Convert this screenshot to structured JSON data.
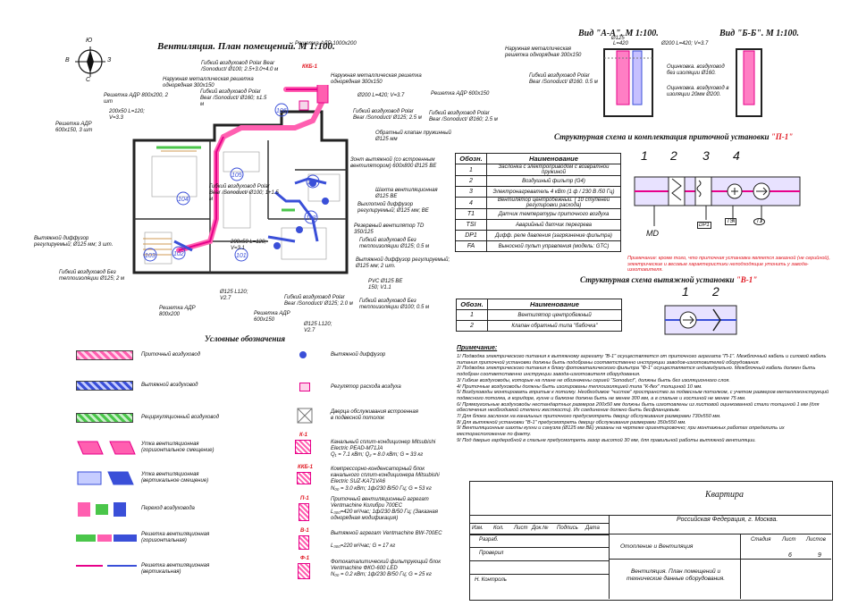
{
  "plan": {
    "title": "Вентиляция. План помещений. М 1:100.",
    "compass": {
      "n": "Ю",
      "s": "С",
      "w": "В",
      "e": "З"
    },
    "labels": [
      "Решетка АДР 1000x200",
      "Гибкий воздуховод Polar Bear /Sonoduct/ Ø100; 2.5+3.0+4.0 м",
      "ККБ-1",
      "Наружная металлическая решетка однорядная 300x150",
      "Наружная металлическая решетка однорядная 300x150",
      "Решетка АДР 800x200, 2 шт",
      "Гибкий воздуховод Polar Bear /Sonoduct/ Ø160; ±1.5 м",
      "Ø200 L=420; V=3.7",
      "Гибкий воздуховод Polar Bear /Sonoduct/ Ø125; 2.5 м",
      "Решетка АДР 600x150",
      "Гибкий воздуховод Polar Bear /Sonoduct/ Ø160; 2.5 м",
      "Решетка АДР 600x150, 3 шт",
      "200x50 L=120; V=3.3",
      "Обратный клапан пружинный Ø125 мм",
      "Зонт вытяжной (со встроенным вентилятором) 600x800 Ø125 ВЕ",
      "Гибкий воздуховод Polar Bear /Sonoduct/ Ø100; 1+1.5 м",
      "Шахта вентиляционная Ø125 ВЕ",
      "Выхлопной диффузор регулируемый; Ø125 мм; ВЕ",
      "Резервный вентилятор TD 350/125",
      "Гибкий воздуховод Без теплоизоляции Ø125; 0.5 м",
      "Вытяжной диффузор регулируемый; Ø125 мм; 2 шт.",
      "Вытяжной диффузор регулируемый; Ø125 мм; 3 шт.",
      "Гибкий воздуховод Без теплоизоляции Ø125; 2 м",
      "200x50 L=120; V=3.1",
      "PVC Ø125 ВЕ 150; V1.1",
      "Гибкий воздуховод Без теплоизоляции Ø100; 0.5 м",
      "Решетка АДР 800x200",
      "Решетка АДР 600x150",
      "Гибкий воздуховод Polar Bear /Sonoduct/ Ø125; 2.0 м",
      "Ø125 L120; V2.7",
      "Ø125 L120; V2.7"
    ],
    "rooms": [
      "101",
      "102",
      "103",
      "104",
      "105",
      "106",
      "107",
      "108"
    ]
  },
  "legend": {
    "title": "Условные обозначения",
    "left": [
      {
        "label": "Приточный воздуховод",
        "color": "#ff5fb0"
      },
      {
        "label": "Вытяжной воздуховод",
        "color": "#3a4fd8"
      },
      {
        "label": "Рециркуляционный воздуховод",
        "color": "#4ac64a"
      },
      {
        "label": "Утка вентиляционная (горизонтальное смещение)",
        "color": "#e7008a"
      },
      {
        "label": "Утка вентиляционная (вертикальное смещение)",
        "color": "#3a4fd8"
      },
      {
        "label": "Переход воздуховода",
        "color": "#3a4fd8"
      },
      {
        "label": "Решетка вентиляционная (горизонтальная)",
        "color": "#4ac64a"
      },
      {
        "label": "Решетка вентиляционная (вертикальная)",
        "color": "#e7008a"
      }
    ],
    "right": [
      {
        "code": "",
        "label": "Вытяжной диффузор"
      },
      {
        "code": "",
        "label": "Регулятор расхода воздуха"
      },
      {
        "code": "",
        "label": "Дверца обслуживания встроенная в подвесной потолок"
      },
      {
        "code": "К-1",
        "label": "Канальный сплит-кондиционер Mitsubishi Electric PEAD-M71JA",
        "sub": "Q₁ = 7.1 кВт; Q₂ = 8.0 кВт; G = 33 кг"
      },
      {
        "code": "ККБ-1",
        "label": "Компрессорно-конденсаторный блок канального сплит-кондиционера Mitsubishi Electric SUZ-KA71VA6",
        "sub": "N₀₀ = 3.0 кВт; 1ф/230 В/50 Гц; G = 53 кг"
      },
      {
        "code": "П-1",
        "label": "Приточный вентиляционный агрегат Ventmachine Колибри 700EC",
        "sub": "L₃₀₀=420 м³/час; 1ф/230 В/50 Гц; (Заказная однорядная модификация)"
      },
      {
        "code": "В-1",
        "label": "Вытяжной агрегат Ventmachine BW-700EC",
        "sub": "L₃₀₀=220 м³/час; G = 17 кг"
      },
      {
        "code": "Ф-1",
        "label": "Фотокаталитический фильтрующий блок Ventmachine ФКО-600 LED",
        "sub": "N₀₀ = 0.2 кВт; 1ф/230 В/50 Гц; G = 25 кг"
      }
    ]
  },
  "sections": {
    "aa_title": "Вид \"А-А\". М 1:100.",
    "bb_title": "Вид \"Б-Б\". М 1:100.",
    "aa_labels": [
      "Наружная металлическая решетка однорядная 300x150",
      "Гибкий воздуховод Polar Bear /Sonoduct/ Ø160. 0.5 м",
      "Ø200 L=420; V=3.7",
      "Ø125",
      "L=420",
      "Оцинковка. воздуховод без изоляции Ø160.",
      "Оцинковка. воздуховод в изоляции 20мм Ø200."
    ]
  },
  "supply": {
    "title_prefix": "Структурная схема и комплектация приточной установки ",
    "title_code": "\"П-1\"",
    "head": [
      "Обозн.",
      "Наименование"
    ],
    "rows": [
      [
        "1",
        "Заслонка с электроприводом с возвратной пружиной"
      ],
      [
        "2",
        "Воздушный фильтр (G4)"
      ],
      [
        "3",
        "Электронагреватель 4 кВт (1 ф / 230 В /50 Гц)"
      ],
      [
        "4",
        "Вентилятор центробежный. ( 10 ступеней регулировки расхода)"
      ],
      [
        "T1",
        "Датчик температуры приточного воздуха"
      ],
      [
        "TSI",
        "Аварийный датчик перегрева"
      ],
      [
        "DP1",
        "Дифф. реле давления (загрязнение фильтра)"
      ],
      [
        "FA",
        "Выносной пульт управления (модель: GTC)"
      ]
    ],
    "nums": [
      "1",
      "2",
      "3",
      "4"
    ],
    "tags": [
      "MD",
      "DP1",
      "TSI",
      "T1"
    ],
    "note": "Примечание: кроме того, что приточная установка является заказной (не серийной), электрические и весовые характеристики неподходящие утонить у завода-изготовителя."
  },
  "exhaust": {
    "title_prefix": "Структурная схема вытяжной установки ",
    "title_code": "\"В-1\"",
    "head": [
      "Обозн.",
      "Наименование"
    ],
    "rows": [
      [
        "1",
        "Вентилятор центробежный"
      ],
      [
        "2",
        "Клапан обратный типа \"бабочка\""
      ]
    ],
    "nums": [
      "1",
      "2"
    ]
  },
  "notes": {
    "title": "Примечание:",
    "items": [
      "1/ Подводка электрического питания к вытяжному агрегату \"В-1\" осуществляется от приточного агрегата \"П-1\". Межблочный кабель и силовой кабель питания приточной установки должны быть подобраны соответственно инструкции заводов-изготовителей оборудования.",
      "2/ Подводка электрического питания к блоку фотокаталического фильтра \"Ф-1\" осуществляется индивидуально. Межблочный кабель должен быть подобран соответственно инструкции завода-изготовителя оборудования.",
      "3/ Гибкие воздуховоды, которые на плане не обозначены серией \"Sonoduct\", должны быть без изоляционного слоя.",
      "4/ Приточные воздуховоды должны быть изолированы теплоизоляцией типа \"К-flex\" толщиной 10 мм.",
      "5/ Воздуховоды монтировать впритык к потолку. Необходимое \"чистое\" пространство за подвесным потолком, с учетом размеров металлоконструкций подвесного потолка, в коридоре, кухне и балконе должна быть не менее 300 мм, а в спальне и гостиной не менее 75 мм.",
      "6/ Прямоугольные воздуховоды нестандартных размеров 200x50 мм должны быть изготовлены из листовой оцинкованной стали толщиной 1 мм (для обеспечения необходимой степени жесткости). Их соединение должно быть бесфланцевым.",
      "7/ Для блока заслонок на канальных приточного предусмотреть дверцу обслуживания размерами 730x550 мм.",
      "8/ Для вытяжной установки \"В-1\" предусмотреть дверцу обслуживания размерами 350x550 мм.",
      "9/ Вентиляционные шахты кухни и санузла (Ø125 мм ВЕ) указаны на чертеже ориентировочно; при монтажных работах определить их месторасположение по факту.",
      "9/ Под дверью гардеробной в спальне предусмотреть зазор высотой 30 мм, для правильной работы вытяжной вентиляции."
    ]
  },
  "stamp": {
    "title": "Квартира",
    "location": "Российская Федерация, г. Москва.",
    "cols": [
      "Изм.",
      "Кол.",
      "Лист",
      "Док.№",
      "Подпись",
      "Дата"
    ],
    "rows": [
      "Разраб.",
      "Проверил",
      "",
      "Н. Контроль"
    ],
    "section": "Отопление и Вентиляция",
    "stage_label": "Стадия",
    "sheet_label": "Лист",
    "sheets_label": "Листов",
    "sheet": "6",
    "sheets": "9",
    "desc": "Вентиляция. План помещений и технические данные оборудования."
  }
}
